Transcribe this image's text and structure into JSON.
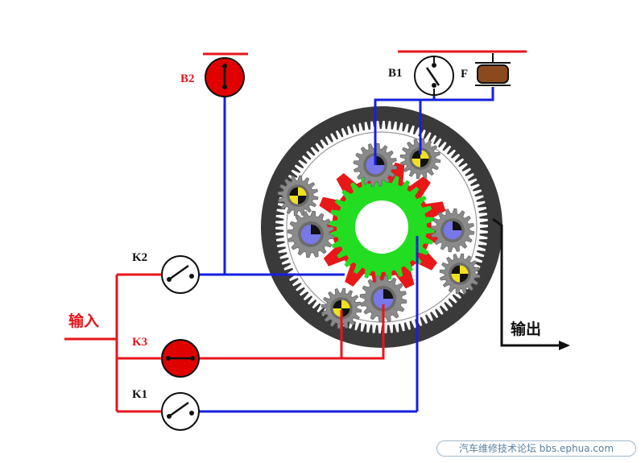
{
  "labels": {
    "b2": "B2",
    "b1": "B1",
    "f": "F",
    "k1": "K1",
    "k2": "K2",
    "k3": "K3",
    "input": "输入",
    "output": "输出"
  },
  "watermark": "汽车维修技术论坛 bbs.ephua.com",
  "colors": {
    "red": "#e8151c",
    "blue": "#1520e0",
    "ring_gear": "#3a3a3a",
    "planet_carrier": "#e81818",
    "sun_gear": "#22dd22",
    "planet_gear": "#8a8a8a",
    "hub_blue": "#7878e8",
    "hub_yellow": "#f0e020",
    "clutch_fill": "#e00000",
    "freewheel": "#8b4a1e"
  },
  "icons": {
    "b2": "brake-engaged-icon",
    "b1": "brake-open-icon",
    "f": "one-way-clutch-icon",
    "k1": "clutch-open-icon",
    "k2": "clutch-open-icon",
    "k3": "clutch-engaged-icon"
  }
}
